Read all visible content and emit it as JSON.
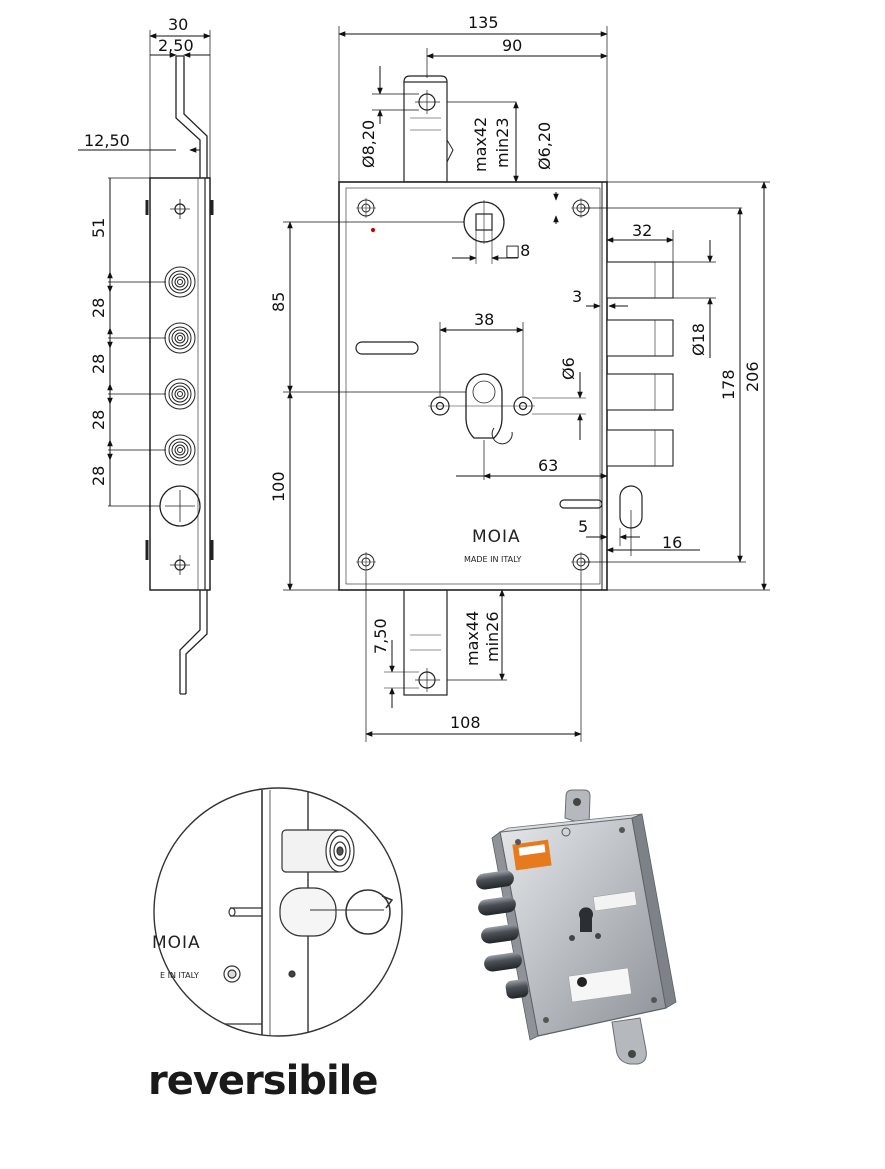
{
  "drawing": {
    "dimensions": {
      "side_width": "30",
      "side_offset": "2,50",
      "side_bolt_offset": "12,50",
      "side_spacing_top": "51",
      "side_spacing_1": "28",
      "side_spacing_2": "28",
      "side_spacing_3": "28",
      "side_spacing_4": "28",
      "total_width": "135",
      "backset_90": "90",
      "top_hole_diameter": "Ø8,20",
      "top_max": "max42",
      "top_min": "min23",
      "right_hole_diameter": "Ø6,20",
      "spindle": "□8",
      "bolt_length": "32",
      "gap": "3",
      "bolt_diameter": "Ø18",
      "upper_height": "85",
      "lower_height": "100",
      "cylinder_spacing": "38",
      "cylinder_hole_diameter": "Ø6",
      "cylinder_backset": "63",
      "latch_5": "5",
      "latch_16": "16",
      "height_178": "178",
      "height_206": "206",
      "bottom_offset": "7,50",
      "bottom_max": "max44",
      "bottom_min": "min26",
      "bottom_width": "108"
    },
    "brand_text": "MOIA",
    "origin_text": "MADE IN ITALY"
  },
  "detail": {
    "brand_text": "MOIA",
    "origin_text": "E IN ITALY"
  },
  "caption": "reversibile"
}
